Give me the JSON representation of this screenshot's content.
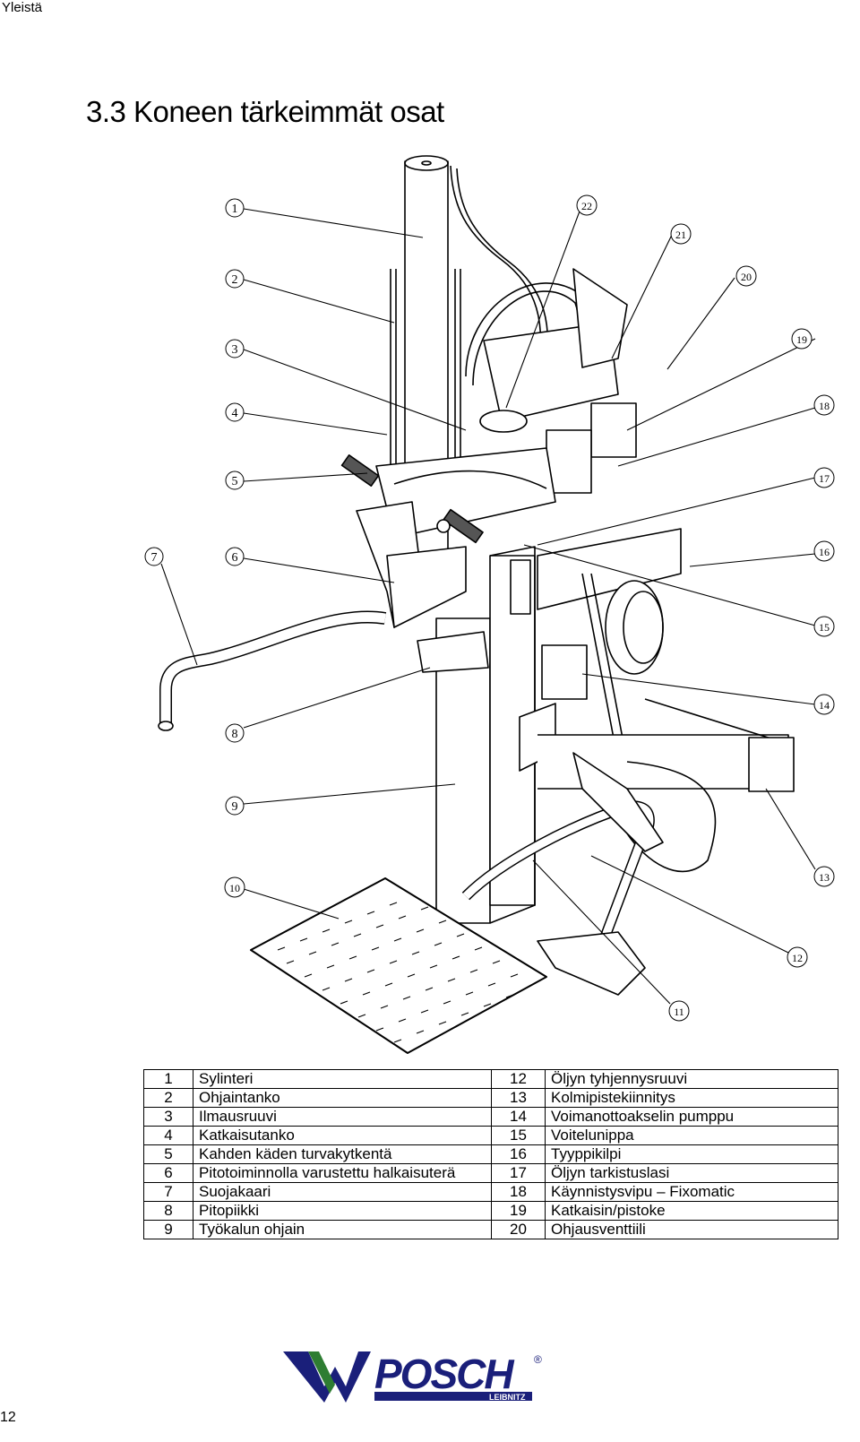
{
  "header": {
    "section": "Yleistä"
  },
  "title": "3.3  Koneen tärkeimmät osat",
  "diagram": {
    "callouts": [
      "1",
      "2",
      "3",
      "4",
      "5",
      "6",
      "7",
      "8",
      "9",
      "10",
      "11",
      "12",
      "13",
      "14",
      "15",
      "16",
      "17",
      "18",
      "19",
      "20",
      "21",
      "22"
    ]
  },
  "parts_table": {
    "rows": [
      {
        "n1": "1",
        "t1": "Sylinteri",
        "n2": "12",
        "t2": "Öljyn tyhjennysruuvi"
      },
      {
        "n1": "2",
        "t1": "Ohjaintanko",
        "n2": "13",
        "t2": "Kolmipistekiinnitys"
      },
      {
        "n1": "3",
        "t1": "Ilmausruuvi",
        "n2": "14",
        "t2": "Voimanottoakselin pumppu"
      },
      {
        "n1": "4",
        "t1": "Katkaisutanko",
        "n2": "15",
        "t2": "Voitelunippa"
      },
      {
        "n1": "5",
        "t1": "Kahden käden turvakytkentä",
        "n2": "16",
        "t2": "Tyyppikilpi"
      },
      {
        "n1": "6",
        "t1": "Pitotoiminnolla varustettu halkaisuterä",
        "n2": "17",
        "t2": "Öljyn tarkistuslasi"
      },
      {
        "n1": "7",
        "t1": "Suojakaari",
        "n2": "18",
        "t2": "Käynnistysvipu – Fixomatic"
      },
      {
        "n1": "8",
        "t1": "Pitopiikki",
        "n2": "19",
        "t2": "Katkaisin/pistoke"
      },
      {
        "n1": "9",
        "t1": "Työkalun ohjain",
        "n2": "20",
        "t2": "Ohjausventtiili"
      }
    ]
  },
  "logo": {
    "brand": "POSCH",
    "sub": "LEIBNITZ",
    "mark": "®"
  },
  "page_number": "12"
}
